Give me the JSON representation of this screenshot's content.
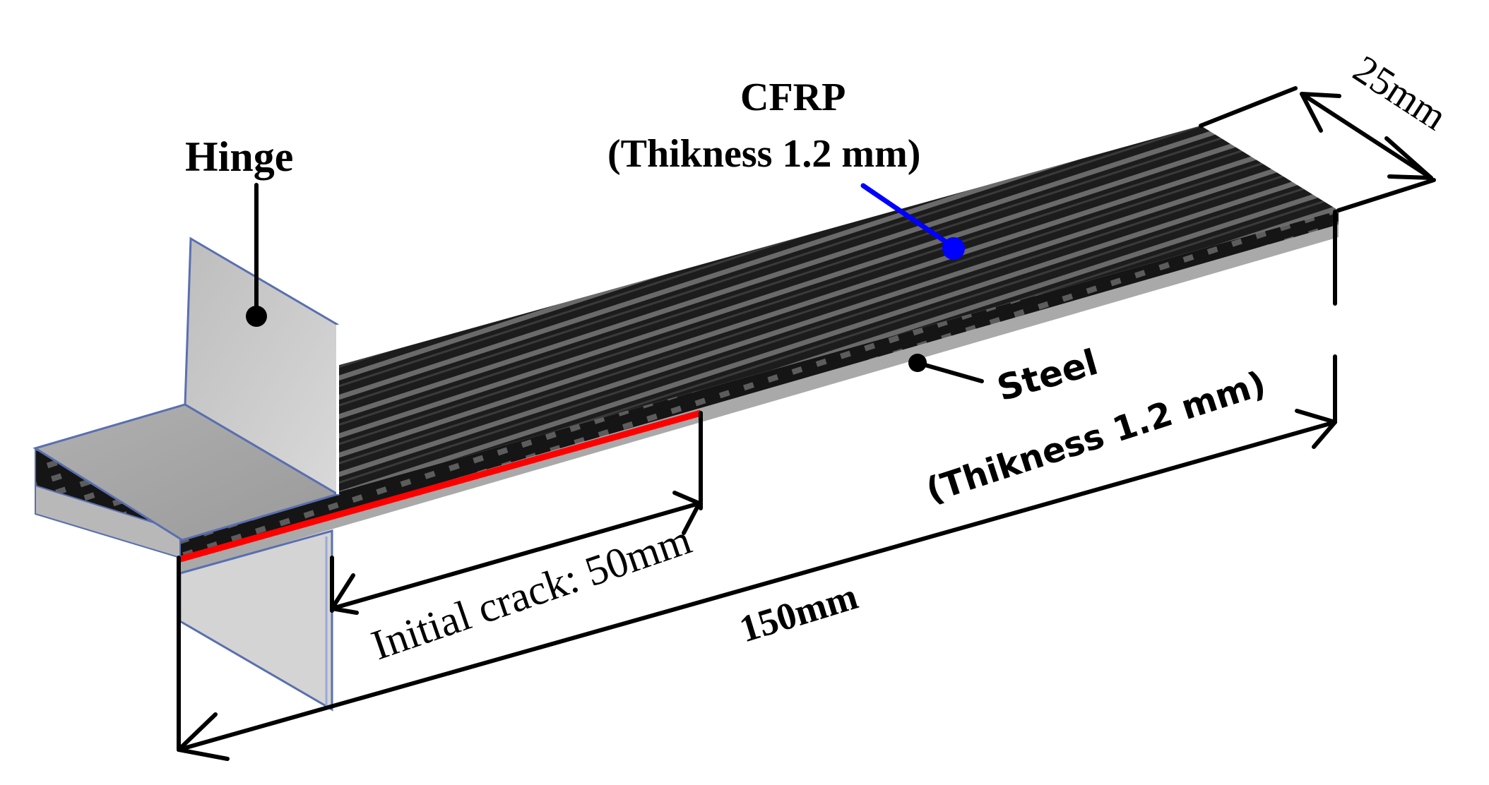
{
  "figure": {
    "type": "DCB/ENF specimen schematic",
    "colors": {
      "cfrp_dark": "#1c1c1c",
      "cfrp_stripe": "#6a6a6a",
      "steel": "#a9a9a9",
      "hinge_fill": "#c8c8c8",
      "hinge_edge": "#5a6fb0",
      "crack": "#ff0000",
      "cfrp_callout": "#0000ff",
      "dimension": "#000000"
    }
  },
  "labels": {
    "hinge": "Hinge",
    "cfrp_title": "CFRP",
    "cfrp_thickness": "(Thikness 1.2 mm)",
    "steel_title": "Steel",
    "steel_thickness": "(Thikness 1.2 mm)",
    "width_dim": "25mm",
    "crack_dim": "Initial crack: 50mm",
    "length_dim": "150mm"
  },
  "dimensions": {
    "width_mm": 25,
    "initial_crack_mm": 50,
    "length_mm": 150,
    "cfrp_thickness_mm": 1.2,
    "steel_thickness_mm": 1.2
  }
}
